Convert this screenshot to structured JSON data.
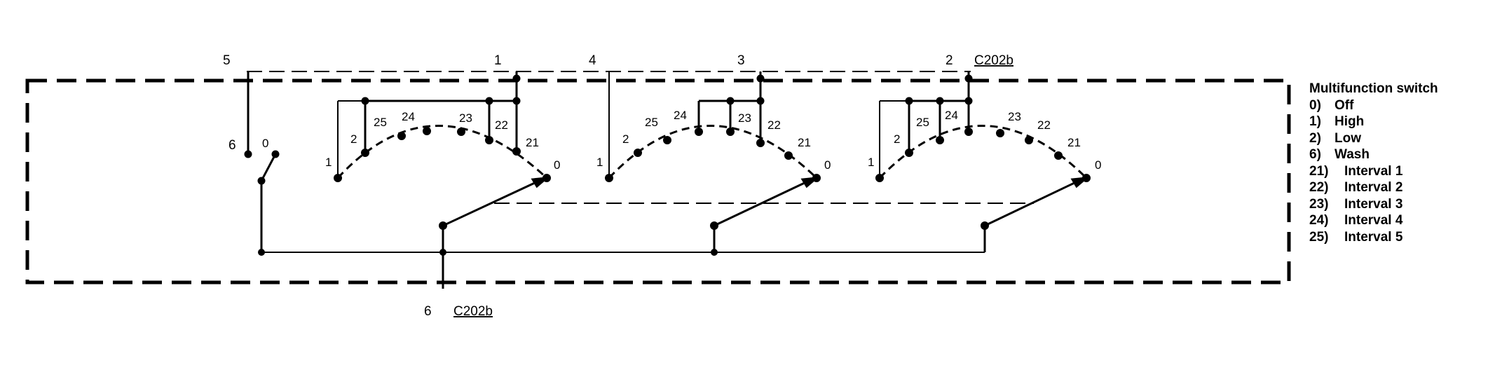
{
  "legend": {
    "title": "Multifunction switch",
    "items": [
      {
        "code": "0)",
        "label": "Off"
      },
      {
        "code": "1)",
        "label": "High"
      },
      {
        "code": "2)",
        "label": "Low"
      },
      {
        "code": "6)",
        "label": "Wash"
      },
      {
        "code": "21)",
        "label": "Interval 1"
      },
      {
        "code": "22)",
        "label": "Interval 2"
      },
      {
        "code": "23)",
        "label": "Interval 3"
      },
      {
        "code": "24)",
        "label": "Interval 4"
      },
      {
        "code": "25)",
        "label": "Interval 5"
      }
    ]
  },
  "terminals": {
    "t5": "5",
    "t1": "1",
    "t4": "4",
    "t3": "3",
    "t2": "2",
    "t6_left": "6",
    "t6_bottom": "6",
    "wash_contact": "0"
  },
  "connectors": {
    "top": "C202b",
    "bottom": "C202b"
  },
  "position_labels": {
    "p0": "0",
    "p1": "1",
    "p2": "2",
    "p21": "21",
    "p22": "22",
    "p23": "23",
    "p24": "24",
    "p25": "25"
  }
}
